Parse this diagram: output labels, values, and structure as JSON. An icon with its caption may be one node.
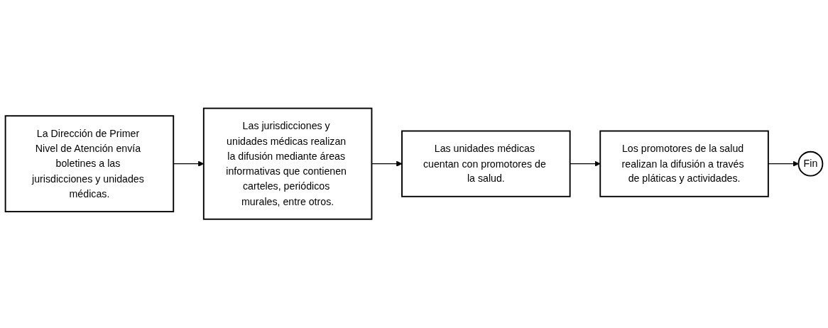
{
  "diagram": {
    "nodes": [
      {
        "text": [
          "La Dirección de Primer Nivel de Atención envía boletines a las jurisdicciones y unidades médicas."
        ]
      },
      {
        "text": [
          "Las jurisdicciones y unidades médicas realizan la difusión mediante áreas informativas que contienen carteles, periódicos murales, entre otros."
        ]
      },
      {
        "text": [
          "Las unidades médicas cuentan con promotores de la salud."
        ]
      },
      {
        "text": [
          "Los promotores de la salud realizan la difusión a través de pláticas y actividades."
        ]
      },
      {
        "text": [
          "Fin"
        ]
      }
    ],
    "edges": [
      {
        "from": 0,
        "to": 1,
        "arrow": "to"
      },
      {
        "from": 1,
        "to": 2,
        "arrow": "to"
      },
      {
        "from": 2,
        "to": 3,
        "arrow": "to"
      },
      {
        "from": 3,
        "to": 4,
        "arrow": "to"
      }
    ]
  }
}
